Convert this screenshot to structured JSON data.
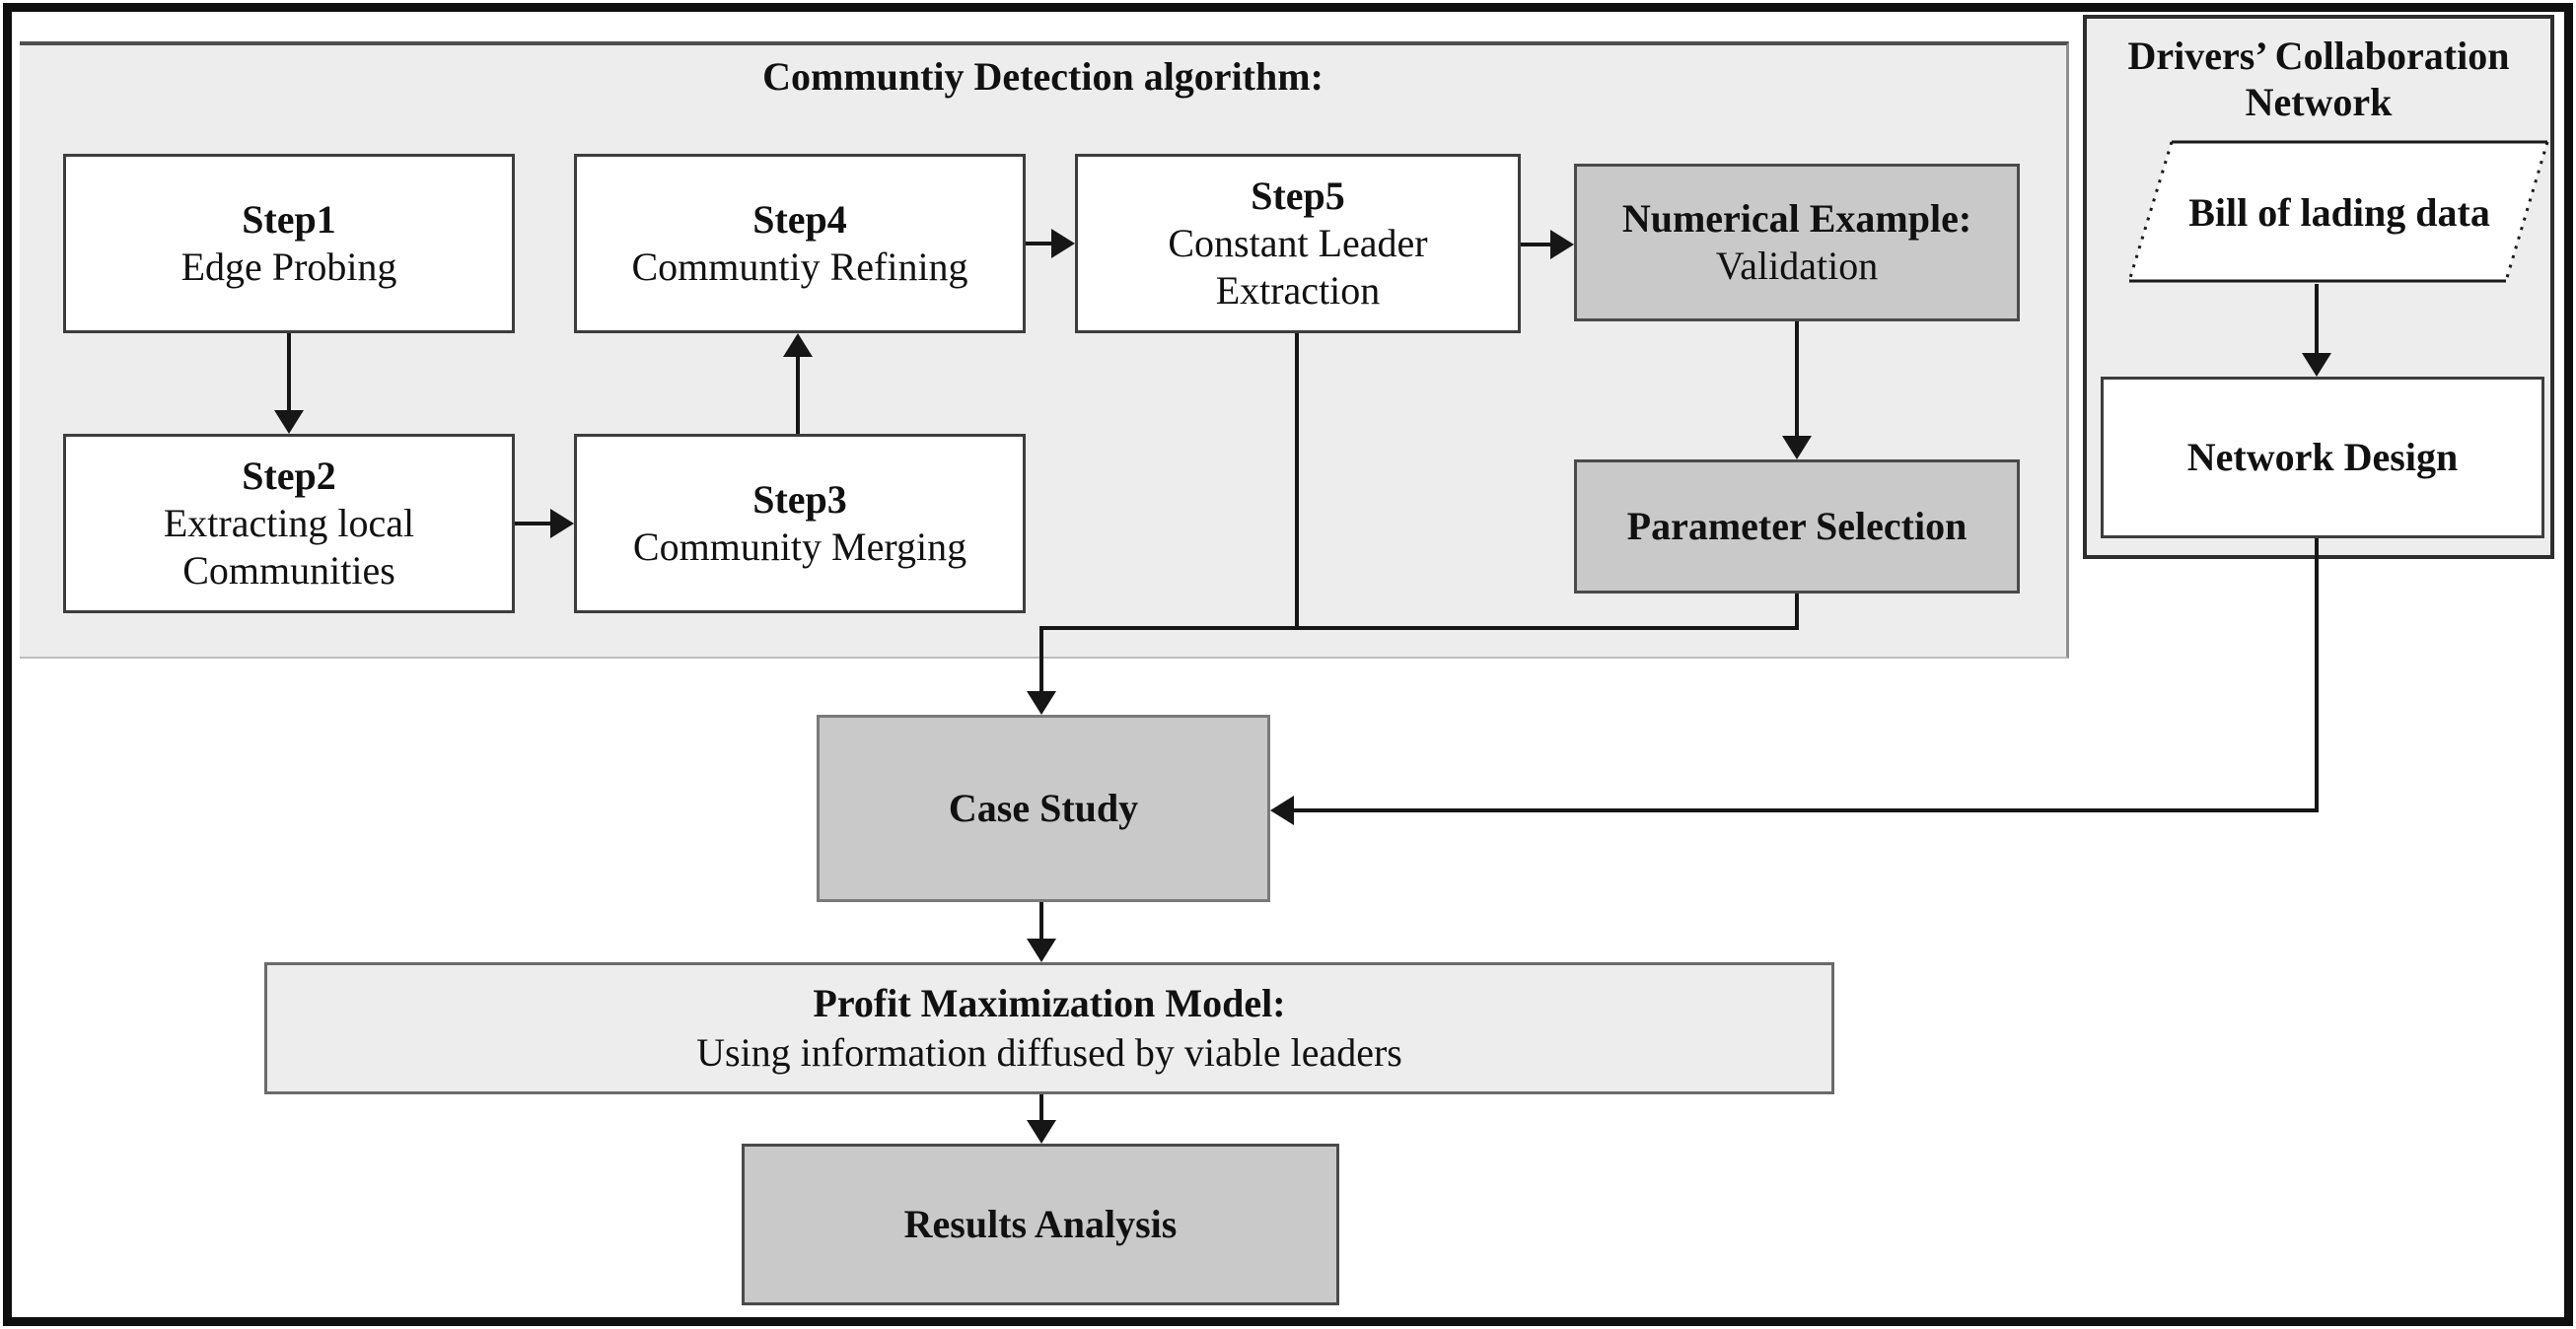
{
  "community_panel": {
    "title": "Communtiy Detection algorithm:",
    "steps": [
      {
        "title": "Step1",
        "desc": "Edge Probing"
      },
      {
        "title": "Step2",
        "desc": "Extracting local Communities"
      },
      {
        "title": "Step3",
        "desc": "Community Merging"
      },
      {
        "title": "Step4",
        "desc": "Communtiy Refining"
      },
      {
        "title": "Step5",
        "desc": "Constant Leader Extraction"
      }
    ],
    "numerical_example": {
      "title": "Numerical Example:",
      "desc": "Validation"
    },
    "parameter_selection": {
      "label": "Parameter Selection"
    }
  },
  "drivers_panel": {
    "title_line1": "Drivers’ Collaboration",
    "title_line2": "Network",
    "bill_of_lading": {
      "label": "Bill of lading data"
    },
    "network_design": {
      "label": "Network Design"
    }
  },
  "case_study": {
    "label": "Case Study"
  },
  "profit_model": {
    "title": "Profit Maximization Model:",
    "desc": "Using information diffused by viable leaders"
  },
  "results_analysis": {
    "label": "Results Analysis"
  },
  "colors": {
    "panel_fill": "#ededed",
    "gray_box_fill": "#c9c9c9",
    "white_box_fill": "#ffffff",
    "line": "#161616",
    "frame": "#0f0f0f"
  }
}
